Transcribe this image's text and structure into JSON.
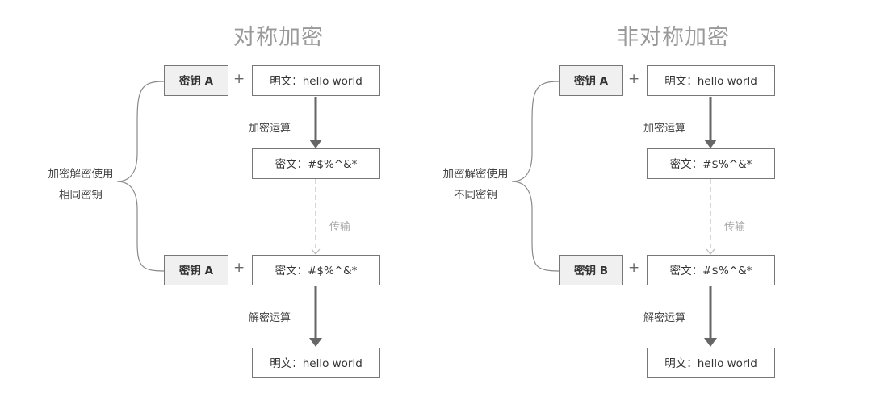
{
  "diagrams": [
    {
      "title": "对称加密",
      "key_top": "密钥 A",
      "key_bottom": "密钥 A",
      "plus": "+",
      "plaintext": "明文：hello world",
      "ciphertext": "密文：#$%^&*",
      "ciphertext_received": "密文：#$%^&*",
      "plaintext_result": "明文：hello world",
      "encrypt_label": "加密运算",
      "transmit_label": "传输",
      "decrypt_label": "解密运算",
      "brace_line1": "加密解密使用",
      "brace_line2": "相同密钥"
    },
    {
      "title": "非对称加密",
      "key_top": "密钥 A",
      "key_bottom": "密钥 B",
      "plus": "+",
      "plaintext": "明文：hello world",
      "ciphertext": "密文：#$%^&*",
      "ciphertext_received": "密文：#$%^&*",
      "plaintext_result": "明文：hello world",
      "encrypt_label": "加密运算",
      "transmit_label": "传输",
      "decrypt_label": "解密运算",
      "brace_line1": "加密解密使用",
      "brace_line2": "不同密钥"
    }
  ],
  "colors": {
    "key_fill": "#f0f0f0",
    "border": "#777777",
    "arrow": "#666666",
    "dashed": "#bbbbbb",
    "title": "#999999"
  }
}
